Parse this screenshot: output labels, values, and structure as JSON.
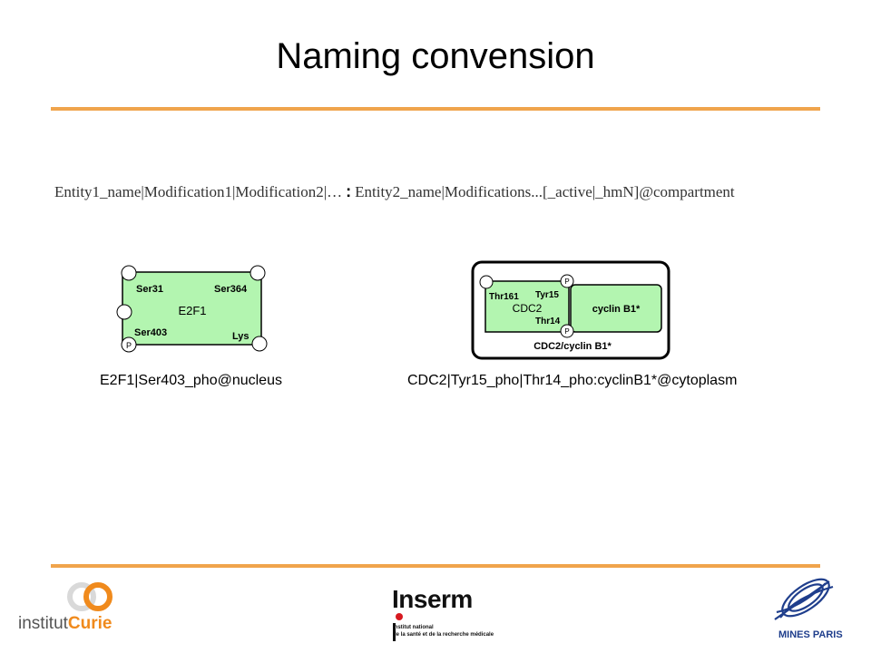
{
  "slide": {
    "title": "Naming convension"
  },
  "syntax": {
    "part1": "Entity1_name|Modification1|Modification2|…",
    "colon": ":",
    "part2": "Entity2_name|Modifications...[_active|_hmN]@compartment"
  },
  "example1": {
    "protein": "E2F1",
    "sites": [
      "Ser31",
      "Ser364",
      "Ser403",
      "Lys"
    ],
    "state": "P",
    "caption": "E2F1|Ser403_pho@nucleus"
  },
  "example2": {
    "protein1": "CDC2",
    "protein2": "cyclin B1*",
    "sites": [
      "Thr161",
      "Tyr15",
      "Thr14"
    ],
    "state": "P",
    "complex_label": "CDC2/cyclin B1*",
    "caption": "CDC2|Tyr15_pho|Thr14_pho:cyclinB1*@cytoplasm"
  },
  "logos": {
    "curie_prefix": "institut",
    "curie_name": "Curie",
    "inserm_name": "Inserm",
    "inserm_line1": "Institut national",
    "inserm_line2": "de la santé et de la recherche médicale",
    "mines_name": "MINES PARIS"
  },
  "colors": {
    "accent_rule": "#f0a44c",
    "species_fill": "#b3f5b0",
    "curie_orange": "#f08a1c",
    "inserm_red": "#d71920",
    "mines_blue": "#1f3e8c"
  }
}
